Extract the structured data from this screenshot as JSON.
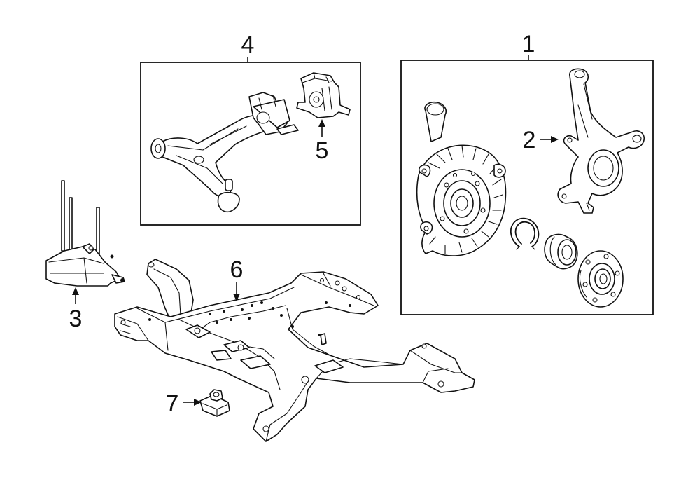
{
  "colors": {
    "line": "#111111",
    "background": "#ffffff"
  },
  "callouts": {
    "knuckle_assembly": "1",
    "steering_knuckle": "2",
    "brace": "3",
    "control_arm": "4",
    "arm_bushing": "5",
    "crossmember": "6",
    "nut": "7"
  }
}
